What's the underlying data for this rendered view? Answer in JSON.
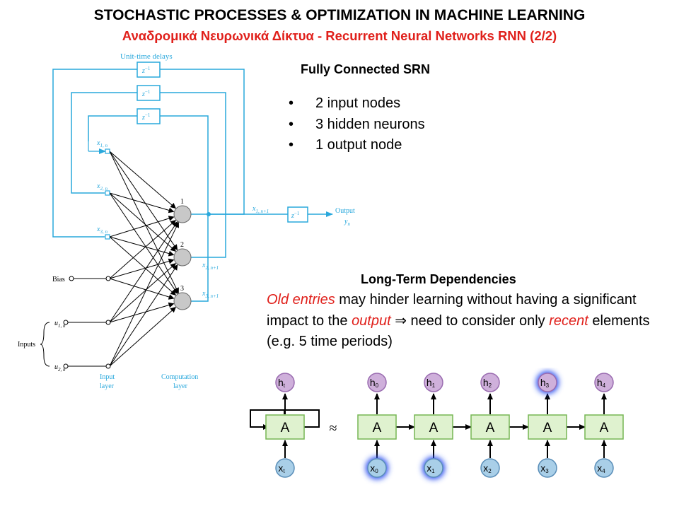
{
  "header": {
    "title": "STOCHASTIC PROCESSES & OPTIMIZATION IN MACHINE LEARNING",
    "subtitle": "Αναδρομικά Νευρωνικά Δίκτυα - Recurrent Neural Networks RNN (2/2)"
  },
  "srn": {
    "title": "Fully Connected SRN",
    "bullets": [
      "2 input nodes",
      "3 hidden neurons",
      "1 output node"
    ]
  },
  "network": {
    "delays_label": "Unit-time delays",
    "delay": "z",
    "delay_exp": "−1",
    "x1n": "x",
    "x1n_sub": "1, n",
    "x2n": "x",
    "x2n_sub": "2, n",
    "x3n": "x",
    "x3n_sub": "3, n",
    "bias": "Bias",
    "u1n": "u",
    "u1n_sub": "1, n",
    "u2n": "u",
    "u2n_sub": "2, n",
    "inputs": "Inputs",
    "input_layer_1": "Input",
    "input_layer_2": "layer",
    "comp_layer_1": "Computation",
    "comp_layer_2": "layer",
    "neuron_1": "1",
    "neuron_2": "2",
    "neuron_3": "3",
    "x1n1": "x",
    "x1n1_sub": "1, n+1",
    "x2n1": "x",
    "x2n1_sub": "2, n+1",
    "x3n1": "x",
    "x3n1_sub": "3, n+1",
    "output_1": "Output",
    "output_2": "y",
    "output_2_sub": "n"
  },
  "ltd": {
    "title": "Long-Term Dependencies",
    "p1": "Old entries",
    "p2": " may hinder learning without having a significant impact to the ",
    "p3": "output",
    "p4": " ⇒ need to consider only ",
    "p5": "recent",
    "p6": " elements (e.g. 5 time periods)"
  },
  "rnn": {
    "cell": "A",
    "approx": "≈",
    "h_t": "h",
    "h_t_sub": "t",
    "x_t": "x",
    "x_t_sub": "t",
    "h": [
      [
        "h",
        "0"
      ],
      [
        "h",
        "1"
      ],
      [
        "h",
        "2"
      ],
      [
        "h",
        "3"
      ],
      [
        "h",
        "4"
      ]
    ],
    "x": [
      [
        "x",
        "0"
      ],
      [
        "x",
        "1"
      ],
      [
        "x",
        "2"
      ],
      [
        "x",
        "3"
      ],
      [
        "x",
        "4"
      ]
    ],
    "highlighted_h": [
      3
    ],
    "highlighted_x": [
      0,
      1
    ],
    "colors": {
      "cell_fill": "#dff2cf",
      "cell_stroke": "#76b654",
      "h_fill": "#cfb0db",
      "h_stroke": "#9a6cb0",
      "x_fill": "#a9cfe8",
      "x_stroke": "#5a8eb8",
      "glow": "#2b50f0"
    }
  },
  "colors": {
    "wire": "#29a8dc",
    "title_red": "#e0201b"
  }
}
